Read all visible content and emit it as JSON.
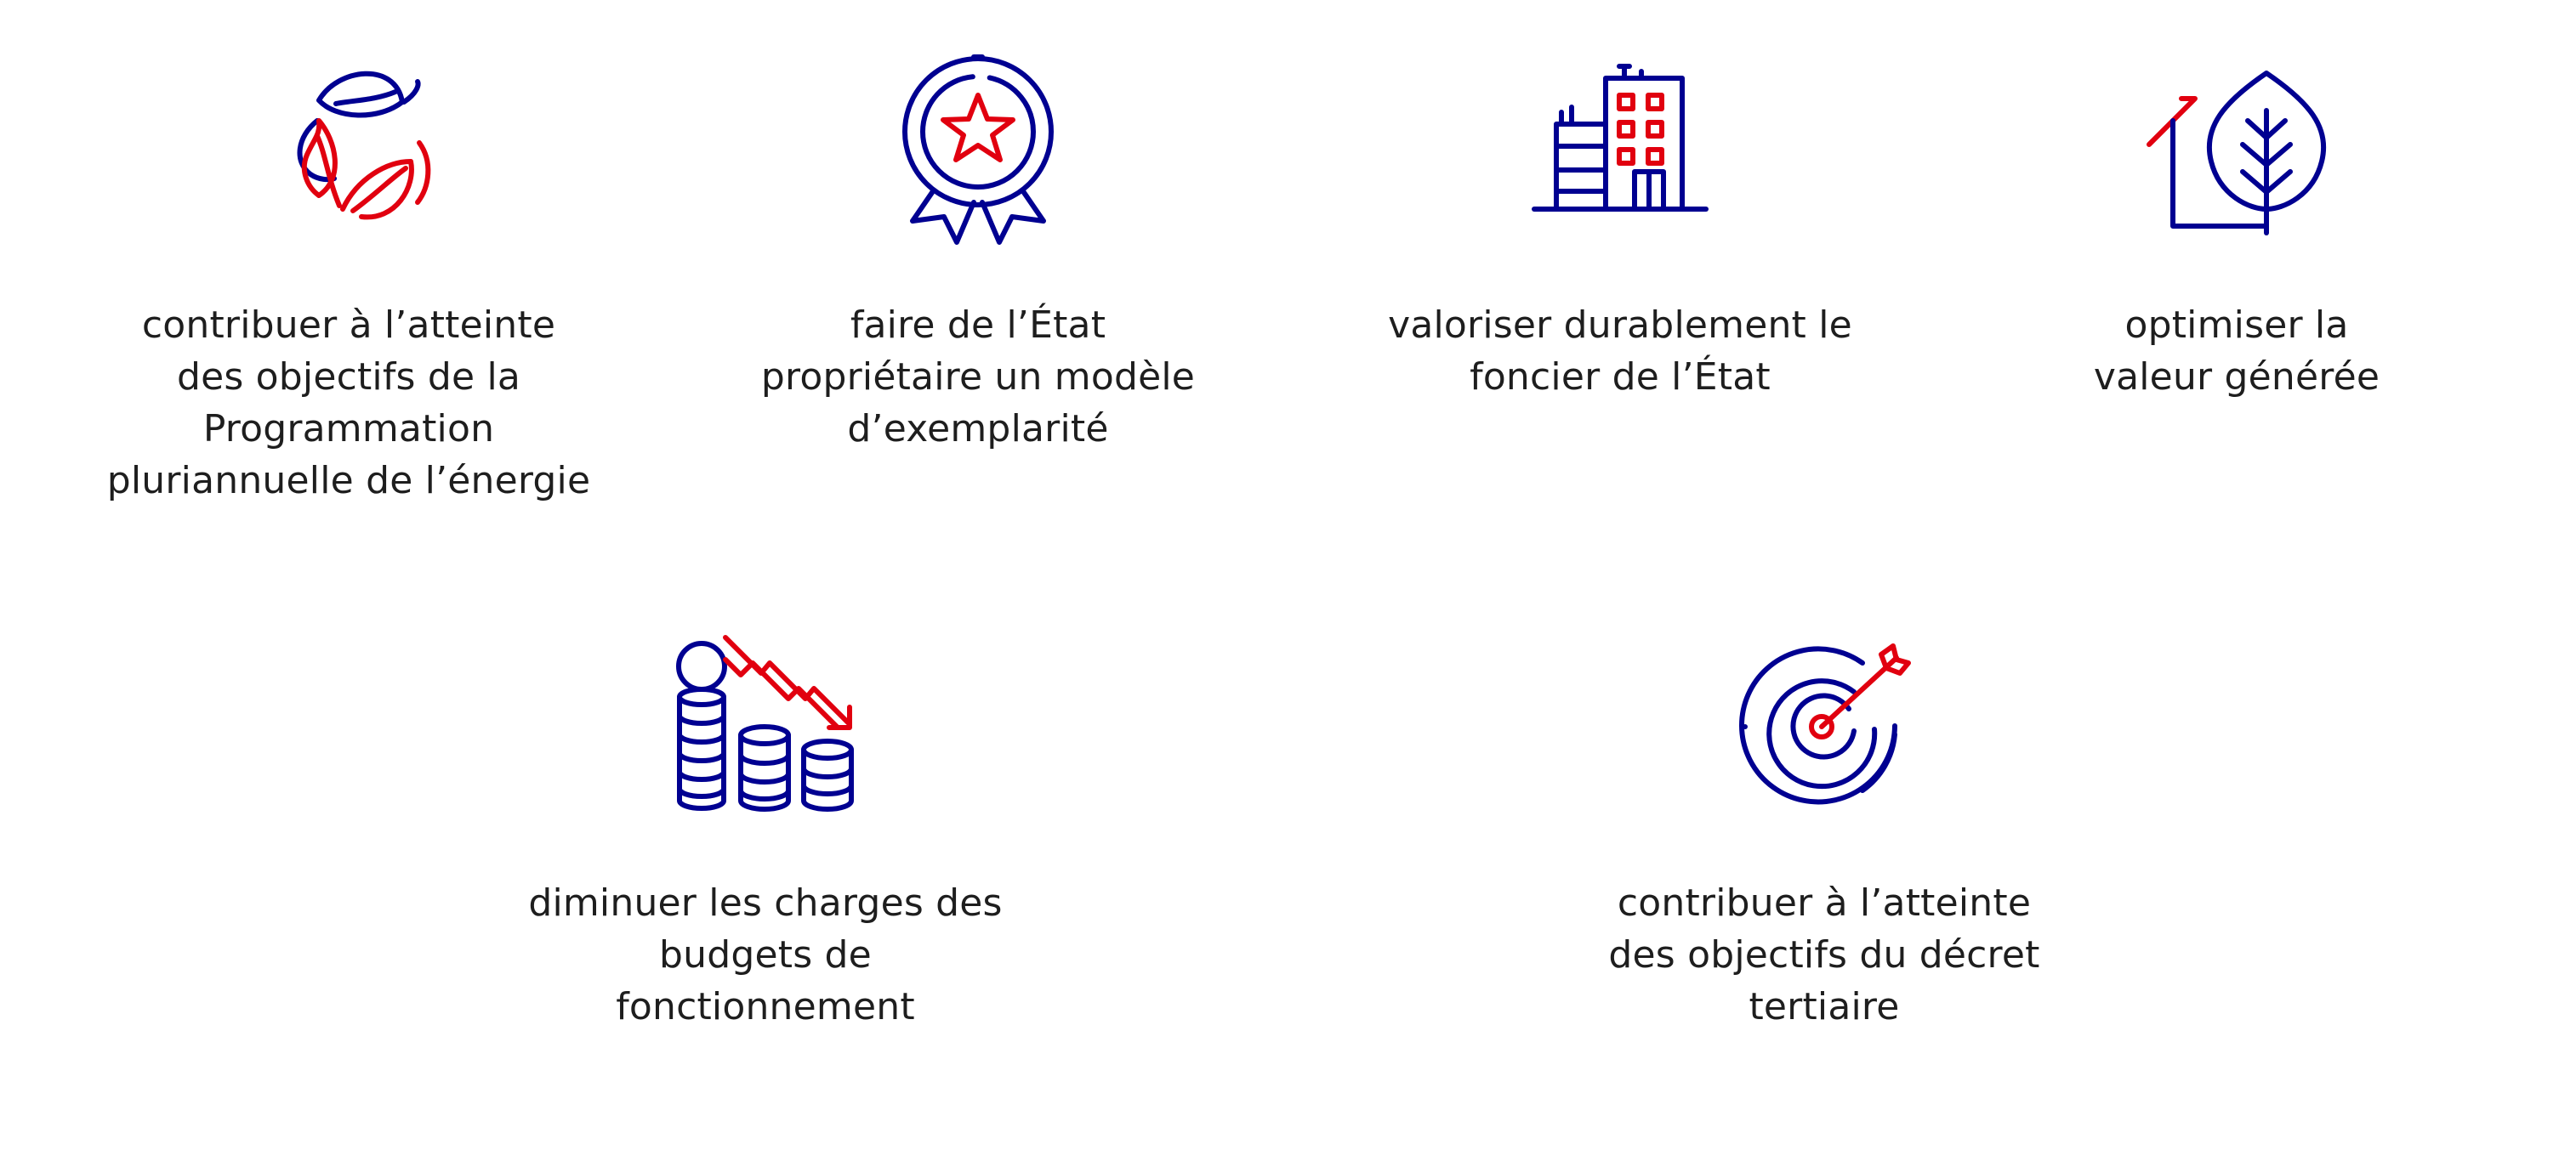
{
  "colors": {
    "primary": "#000091",
    "accent": "#e1000f",
    "text": "#1e1e1e",
    "background": "#ffffff"
  },
  "items": [
    {
      "icon": "recycle-leaves-icon",
      "lines": [
        "contribuer à l’atteinte",
        "des objectifs de la",
        "Programmation",
        "pluriannuelle de l’énergie"
      ]
    },
    {
      "icon": "award-medal-icon",
      "lines": [
        "faire de l’État",
        "propriétaire un modèle",
        "d’exemplarité"
      ]
    },
    {
      "icon": "buildings-icon",
      "lines": [
        "valoriser durablement le",
        "foncier de l’État"
      ]
    },
    {
      "icon": "house-leaf-icon",
      "lines": [
        "optimiser la",
        "valeur générée"
      ]
    },
    {
      "icon": "coins-decrease-icon",
      "lines": [
        "diminuer les charges des",
        "budgets de",
        "fonctionnement"
      ]
    },
    {
      "icon": "target-arrow-icon",
      "lines": [
        "contribuer à l’atteinte",
        "des objectifs du décret",
        "tertiaire"
      ]
    }
  ]
}
